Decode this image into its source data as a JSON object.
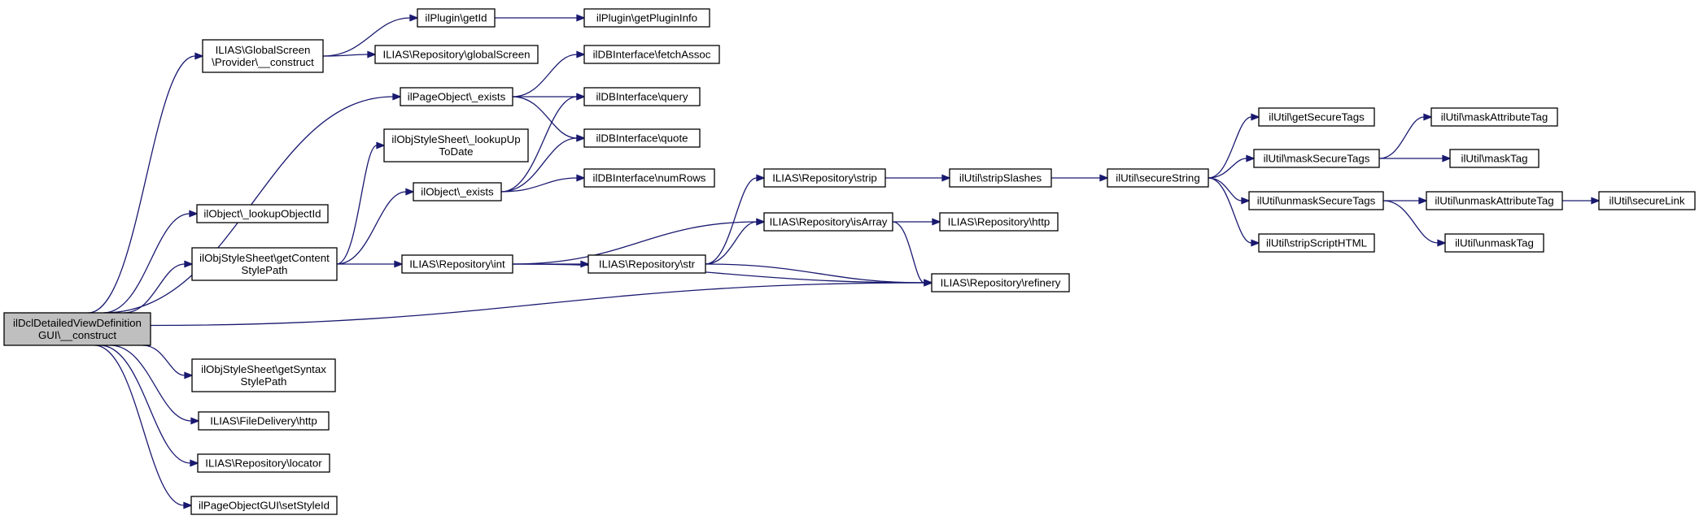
{
  "colors": {
    "edge": "#191970",
    "node_border": "#000000",
    "node_fill": "#ffffff",
    "root_fill": "#bfbfbf"
  },
  "nodes": [
    {
      "id": "root",
      "lines": [
        "ilDclDetailedViewDefinition",
        "GUI\\__construct"
      ]
    },
    {
      "id": "gs_provider",
      "lines": [
        "ILIAS\\GlobalScreen",
        "\\Provider\\__construct"
      ]
    },
    {
      "id": "plugin_getid",
      "lines": [
        "ilPlugin\\getId"
      ]
    },
    {
      "id": "plugin_getinfo",
      "lines": [
        "ilPlugin\\getPluginInfo"
      ]
    },
    {
      "id": "repo_globalscreen",
      "lines": [
        "ILIAS\\Repository\\globalScreen"
      ]
    },
    {
      "id": "db_fetchassoc",
      "lines": [
        "ilDBInterface\\fetchAssoc"
      ]
    },
    {
      "id": "pageobj_exists",
      "lines": [
        "ilPageObject\\_exists"
      ]
    },
    {
      "id": "db_query",
      "lines": [
        "ilDBInterface\\query"
      ]
    },
    {
      "id": "db_quote",
      "lines": [
        "ilDBInterface\\quote"
      ]
    },
    {
      "id": "style_lookupup",
      "lines": [
        "ilObjStyleSheet\\_lookupUp",
        "ToDate"
      ]
    },
    {
      "id": "object_exists",
      "lines": [
        "ilObject\\_exists"
      ]
    },
    {
      "id": "db_numrows",
      "lines": [
        "ilDBInterface\\numRows"
      ]
    },
    {
      "id": "object_lookupid",
      "lines": [
        "ilObject\\_lookupObjectId"
      ]
    },
    {
      "id": "style_getcontent",
      "lines": [
        "ilObjStyleSheet\\getContent",
        "StylePath"
      ]
    },
    {
      "id": "repo_int",
      "lines": [
        "ILIAS\\Repository\\int"
      ]
    },
    {
      "id": "repo_str",
      "lines": [
        "ILIAS\\Repository\\str"
      ]
    },
    {
      "id": "repo_strip",
      "lines": [
        "ILIAS\\Repository\\strip"
      ]
    },
    {
      "id": "repo_isarray",
      "lines": [
        "ILIAS\\Repository\\isArray"
      ]
    },
    {
      "id": "repo_http",
      "lines": [
        "ILIAS\\Repository\\http"
      ]
    },
    {
      "id": "repo_refinery",
      "lines": [
        "ILIAS\\Repository\\refinery"
      ]
    },
    {
      "id": "util_stripslashes",
      "lines": [
        "ilUtil\\stripSlashes"
      ]
    },
    {
      "id": "util_securestring",
      "lines": [
        "ilUtil\\secureString"
      ]
    },
    {
      "id": "util_getsecuretags",
      "lines": [
        "ilUtil\\getSecureTags"
      ]
    },
    {
      "id": "util_masksecuretags",
      "lines": [
        "ilUtil\\maskSecureTags"
      ]
    },
    {
      "id": "util_unmasksecuretags",
      "lines": [
        "ilUtil\\unmaskSecureTags"
      ]
    },
    {
      "id": "util_stripscripthtml",
      "lines": [
        "ilUtil\\stripScriptHTML"
      ]
    },
    {
      "id": "util_maskattributetag",
      "lines": [
        "ilUtil\\maskAttributeTag"
      ]
    },
    {
      "id": "util_masktag",
      "lines": [
        "ilUtil\\maskTag"
      ]
    },
    {
      "id": "util_unmaskattributetag",
      "lines": [
        "ilUtil\\unmaskAttributeTag"
      ]
    },
    {
      "id": "util_unmasktag",
      "lines": [
        "ilUtil\\unmaskTag"
      ]
    },
    {
      "id": "util_securelink",
      "lines": [
        "ilUtil\\secureLink"
      ]
    },
    {
      "id": "style_getsyntax",
      "lines": [
        "ilObjStyleSheet\\getSyntax",
        "StylePath"
      ]
    },
    {
      "id": "filedelivery_http",
      "lines": [
        "ILIAS\\FileDelivery\\http"
      ]
    },
    {
      "id": "repo_locator",
      "lines": [
        "ILIAS\\Repository\\locator"
      ]
    },
    {
      "id": "pageobjgui_setstyleid",
      "lines": [
        "ilPageObjectGUI\\setStyleId"
      ]
    }
  ],
  "edges": [
    {
      "from": "root",
      "to": "gs_provider"
    },
    {
      "from": "root",
      "to": "pageobj_exists"
    },
    {
      "from": "root",
      "to": "object_lookupid"
    },
    {
      "from": "root",
      "to": "style_getcontent"
    },
    {
      "from": "root",
      "to": "repo_refinery"
    },
    {
      "from": "root",
      "to": "style_getsyntax"
    },
    {
      "from": "root",
      "to": "filedelivery_http"
    },
    {
      "from": "root",
      "to": "repo_locator"
    },
    {
      "from": "root",
      "to": "pageobjgui_setstyleid"
    },
    {
      "from": "gs_provider",
      "to": "plugin_getid"
    },
    {
      "from": "gs_provider",
      "to": "repo_globalscreen"
    },
    {
      "from": "plugin_getid",
      "to": "plugin_getinfo"
    },
    {
      "from": "pageobj_exists",
      "to": "db_fetchassoc"
    },
    {
      "from": "pageobj_exists",
      "to": "db_query"
    },
    {
      "from": "pageobj_exists",
      "to": "db_quote"
    },
    {
      "from": "style_getcontent",
      "to": "style_lookupup"
    },
    {
      "from": "style_getcontent",
      "to": "object_exists"
    },
    {
      "from": "style_getcontent",
      "to": "repo_int"
    },
    {
      "from": "object_exists",
      "to": "db_query"
    },
    {
      "from": "object_exists",
      "to": "db_quote"
    },
    {
      "from": "object_exists",
      "to": "db_numrows"
    },
    {
      "from": "repo_int",
      "to": "repo_isarray"
    },
    {
      "from": "repo_int",
      "to": "repo_str"
    },
    {
      "from": "repo_int",
      "to": "repo_refinery"
    },
    {
      "from": "repo_str",
      "to": "repo_strip"
    },
    {
      "from": "repo_str",
      "to": "repo_isarray"
    },
    {
      "from": "repo_str",
      "to": "repo_refinery"
    },
    {
      "from": "repo_strip",
      "to": "util_stripslashes"
    },
    {
      "from": "repo_isarray",
      "to": "repo_http"
    },
    {
      "from": "repo_isarray",
      "to": "repo_refinery"
    },
    {
      "from": "util_stripslashes",
      "to": "util_securestring"
    },
    {
      "from": "util_securestring",
      "to": "util_getsecuretags"
    },
    {
      "from": "util_securestring",
      "to": "util_masksecuretags"
    },
    {
      "from": "util_securestring",
      "to": "util_unmasksecuretags"
    },
    {
      "from": "util_securestring",
      "to": "util_stripscripthtml"
    },
    {
      "from": "util_masksecuretags",
      "to": "util_maskattributetag"
    },
    {
      "from": "util_masksecuretags",
      "to": "util_masktag"
    },
    {
      "from": "util_unmasksecuretags",
      "to": "util_unmaskattributetag"
    },
    {
      "from": "util_unmasksecuretags",
      "to": "util_unmasktag"
    },
    {
      "from": "util_unmaskattributetag",
      "to": "util_securelink"
    }
  ]
}
